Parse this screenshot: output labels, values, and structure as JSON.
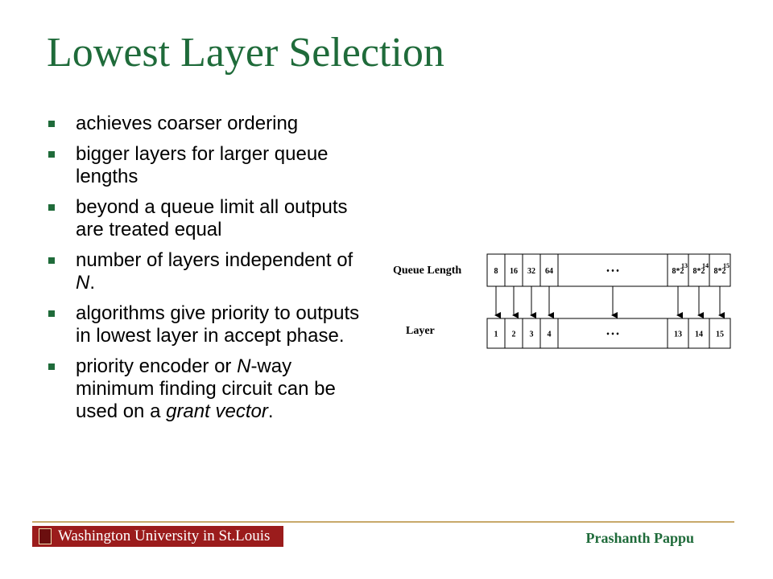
{
  "slide": {
    "title": "Lowest Layer Selection",
    "bullets": [
      [
        {
          "t": "achieves coarser ordering"
        }
      ],
      [
        {
          "t": "bigger layers for larger queue lengths"
        }
      ],
      [
        {
          "t": "beyond a queue limit all outputs are treated equal"
        }
      ],
      [
        {
          "t": "number of layers independent of "
        },
        {
          "t": "N",
          "i": true
        },
        {
          "t": "."
        }
      ],
      [
        {
          "t": "algorithms give priority to outputs in lowest layer in accept phase."
        }
      ],
      [
        {
          "t": "priority encoder or "
        },
        {
          "t": "N",
          "i": true
        },
        {
          "t": "-way minimum finding circuit can be used on a "
        },
        {
          "t": "grant vector",
          "i": true
        },
        {
          "t": "."
        }
      ]
    ]
  },
  "diagram": {
    "queue_label": "Queue Length",
    "layer_label": "Layer",
    "queue_cells": [
      "8",
      "16",
      "32",
      "64",
      "• • •",
      "8*2",
      "8*2",
      "8*2"
    ],
    "queue_exponents": [
      "",
      "",
      "",
      "",
      "",
      "13",
      "14",
      "15"
    ],
    "layer_cells": [
      "1",
      "2",
      "3",
      "4",
      "• • •",
      "13",
      "14",
      "15"
    ]
  },
  "footer": {
    "university": "Washington University in St.Louis",
    "author": "Prashanth Pappu"
  },
  "colors": {
    "title_green": "#1f6b3a",
    "rule_gold": "#c8a96a",
    "logo_red": "#9b1c1c"
  }
}
